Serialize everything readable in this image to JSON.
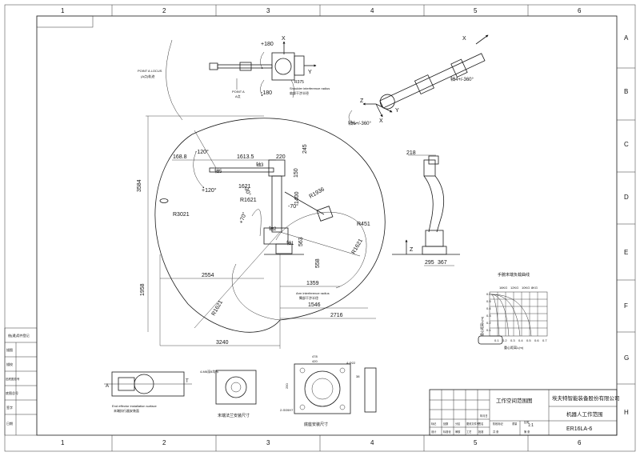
{
  "border": {
    "columns": [
      "1",
      "2",
      "3",
      "4",
      "5",
      "6"
    ],
    "rows": [
      "A",
      "B",
      "C",
      "D",
      "E",
      "F",
      "G",
      "H"
    ]
  },
  "top_view": {
    "plus_180": "+180",
    "minus_180": "-180",
    "x": "X",
    "y": "Y",
    "r375": "R375",
    "shoulder_note": "Shoulder interference radius",
    "shoulder_note_cn": "肩部干涉半径",
    "point_a": "POINT A",
    "point_a_cn": "A点",
    "point_a_locus": "POINT A LOCUS",
    "point_a_locus_cn": "(A点)轨迹"
  },
  "wrist": {
    "j4": "轴4+/-360°",
    "j6": "轴6+/-360°",
    "x": "X",
    "y": "Y",
    "z": "Z"
  },
  "main_view": {
    "d3584": "3584",
    "d168": "168.8",
    "d1613": "1613.5",
    "d220": "220",
    "d245": "245",
    "d150": "150",
    "d1621": "1621",
    "r1621": "R1621",
    "r3021": "R3021",
    "r1936": "R1936",
    "r451": "R451",
    "r1621b": "R1621",
    "r1621c": "R1621",
    "d1400": "1400",
    "d563": "563",
    "d558": "558",
    "d2554": "2554",
    "d1958": "1958",
    "d1359": "1359",
    "d1546": "1546",
    "d2716": "2716",
    "d3240": "3240",
    "a120a": "-120°",
    "a120b": "+120°",
    "a30": "-30°",
    "a70": "-70°",
    "a70b": "+70°",
    "j1": "轴1",
    "j2": "轴2",
    "j3": "轴3",
    "j5": "轴5",
    "arm_note": "Arm interference radius",
    "arm_note_cn": "臂部干涉半径"
  },
  "side_view": {
    "d218": "218",
    "d295": "295",
    "d367": "367",
    "z": "Z"
  },
  "load_chart": {
    "title": "手腕末端负载曲线",
    "ylabel": "重心距离L(m)",
    "xlabel": "重心距离L(m)",
    "yticks": [
      "0.6",
      "0.5",
      "0.4",
      "0.3",
      "0.2",
      "0.1"
    ],
    "xticks": [
      "0.1",
      "0.2",
      "0.3",
      "0.4",
      "0.5",
      "0.6",
      "0.7"
    ],
    "curves": [
      "16KG",
      "12KG",
      "10KG",
      "8KG"
    ]
  },
  "bottom": {
    "tool_a": "A",
    "tool_t": "T",
    "tool_note": "End effector installation surface",
    "tool_note_cn": "末端执行器安装面",
    "flange_title": "末端法兰安装尺寸",
    "holes": "4-M6深8均布",
    "base_title": "底座安装尺寸",
    "holes2": "4-Φ22",
    "pin": "2-Φ20H7",
    "d478": "478",
    "d420": "420",
    "d250": "250",
    "d38": "38"
  },
  "left_sidebar": {
    "items": [
      "借(通)用件登记",
      "描图",
      "描校",
      "旧底图总号",
      "底图总号",
      "签字",
      "日期"
    ]
  },
  "title_block": {
    "company": "埃夫特智能装备股份有限公司",
    "drawing_name": "机器人工作范围",
    "view_name": "工作空间范围图",
    "scale": "1:1",
    "part_no": "ER16LA-6",
    "labels": [
      "标记",
      "处数",
      "分区",
      "更改文件号",
      "签名",
      "年月日",
      "设计",
      "标准化",
      "审核",
      "工艺",
      "批准",
      "阶段标记",
      "重量",
      "比例",
      "共 张",
      "第 张"
    ]
  }
}
